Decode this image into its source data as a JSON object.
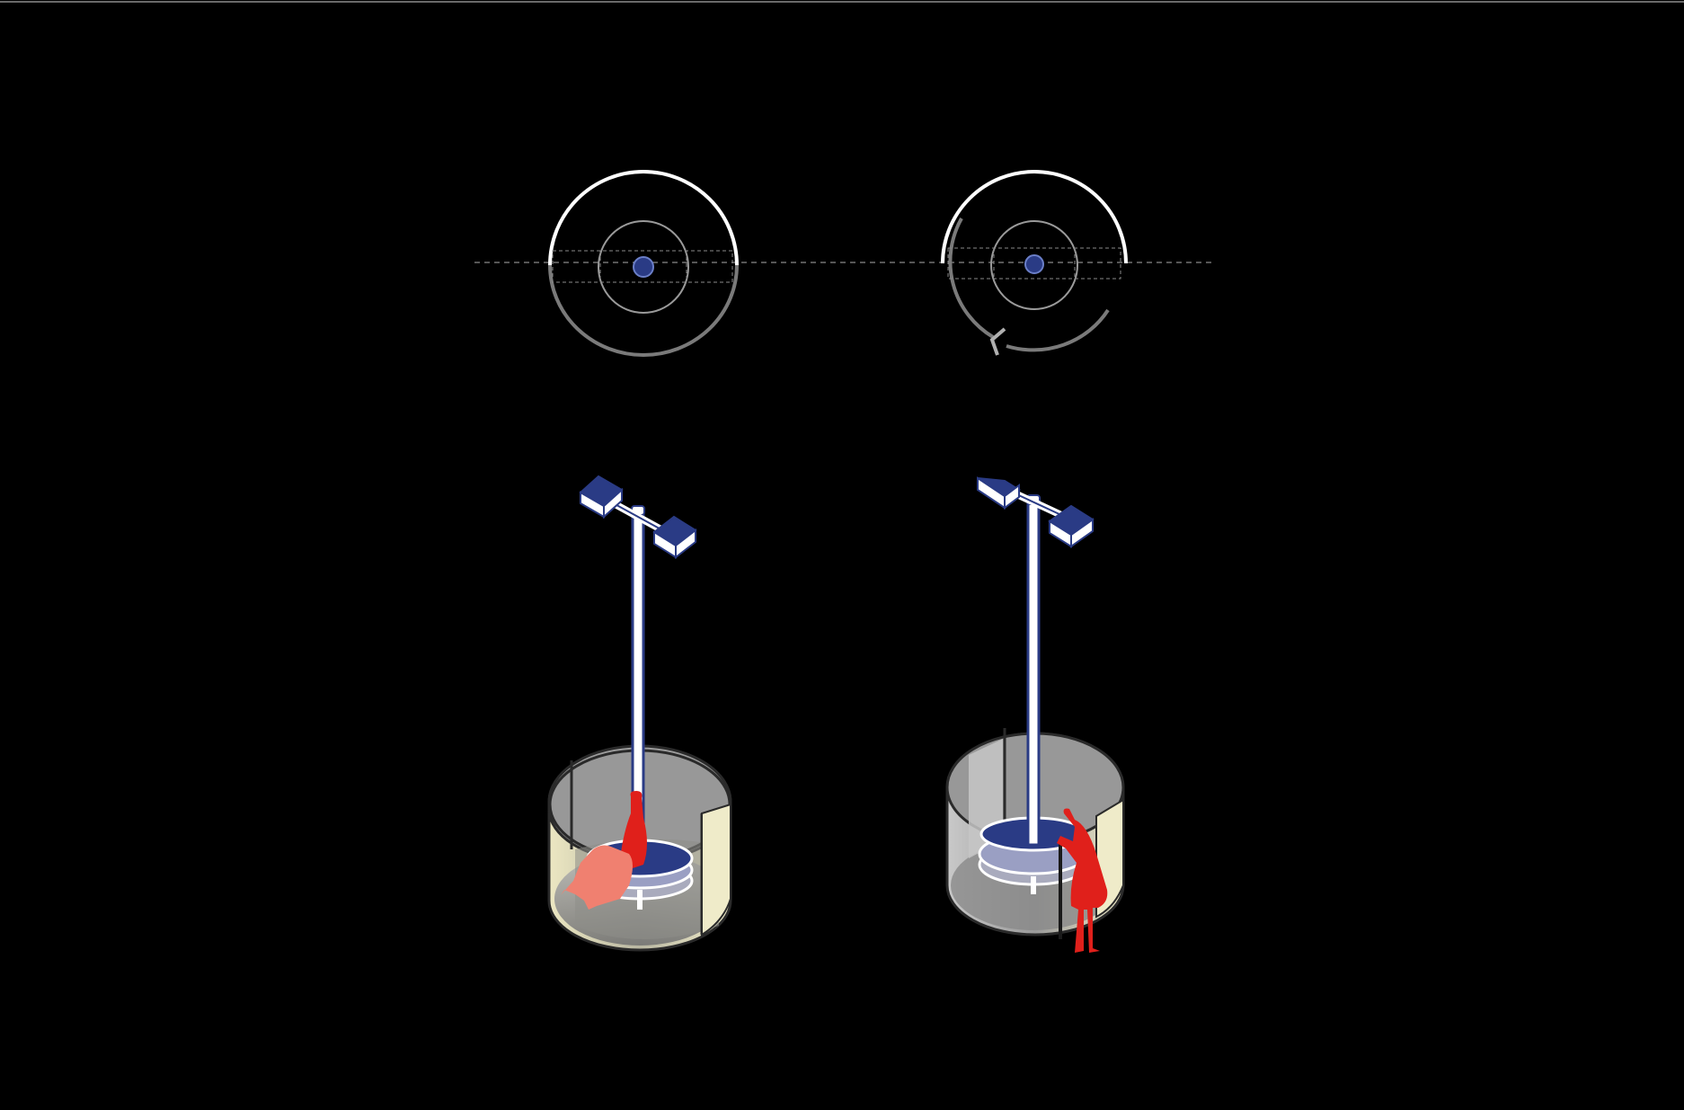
{
  "diagram": {
    "description_free": true,
    "colors": {
      "background": "#000000",
      "rule": "#6a6a6a",
      "stroke_light": "#ffffff",
      "stroke_dark": "#7a7a7a",
      "axis_dash": "#8a8a8a",
      "pole_blue": "#2a3b85",
      "figure_red": "#e0201b",
      "figure_salmon": "#f08070",
      "enclosure_grey": "#9a9a9a",
      "enclosure_cream": "#efebc9"
    },
    "icons": [
      "plan-view-closed",
      "plan-view-open",
      "lamp-post-sitting-figure",
      "lamp-post-standing-figure"
    ]
  }
}
